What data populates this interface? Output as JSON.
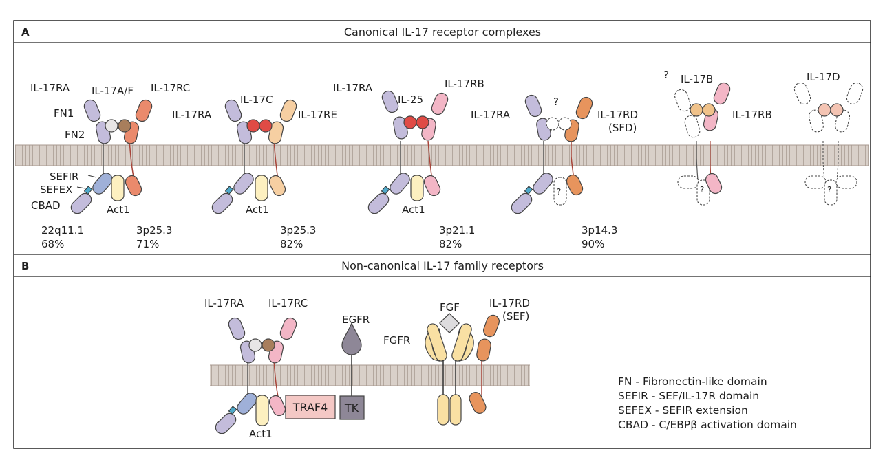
{
  "panel_a": {
    "letter": "A",
    "title": "Canonical IL-17 receptor complexes",
    "complex1": {
      "receptor_left": "IL-17RA",
      "ligand": "IL-17A/F",
      "receptor_right": "IL-17RC",
      "fn1": "FN1",
      "fn2": "FN2",
      "sefir": "SEFIR",
      "sefex": "SEFEX",
      "cbad": "CBAD",
      "adaptor": "Act1"
    },
    "complex2": {
      "receptor_left": "IL-17RA",
      "ligand": "IL-17C",
      "receptor_right": "IL-17RE",
      "adaptor": "Act1"
    },
    "complex3": {
      "receptor_left": "IL-17RA",
      "ligand": "IL-25",
      "receptor_right": "IL-17RB",
      "adaptor": "Act1"
    },
    "complex4": {
      "receptor_left": "IL-17RA",
      "ligand_unknown": "?",
      "receptor_right": "IL-17RD",
      "receptor_right_alias": "(SFD)",
      "adaptor_unknown": "?"
    },
    "complex5": {
      "ligand": "IL-17B",
      "receptor": "IL-17RB",
      "unknown_left": "?",
      "unknown_adaptor": "?"
    },
    "complex6": {
      "ligand": "IL-17D",
      "unknown_adaptor": "?"
    },
    "loci": [
      {
        "locus": "22q11.1",
        "identity": "68%"
      },
      {
        "locus": "3p25.3",
        "identity": "71%"
      },
      {
        "locus": "3p25.3",
        "identity": "82%"
      },
      {
        "locus": "3p21.1",
        "identity": "82%"
      },
      {
        "locus": "3p14.3",
        "identity": "90%"
      }
    ]
  },
  "panel_b": {
    "letter": "B",
    "title": "Non-canonical IL-17 family receptors",
    "complex": {
      "receptor_left": "IL-17RA",
      "receptor_right": "IL-17RC",
      "adaptor": "Act1"
    },
    "traf": "TRAF4",
    "tk": "TK",
    "egfr": "EGFR",
    "fgf": "FGF",
    "fgfr": "FGFR",
    "il17rd": "IL-17RD",
    "il17rd_alias": "(SEF)",
    "legend": [
      "FN - Fibronectin-like domain",
      "SEFIR - SEF/IL-17R domain",
      "SEFEX - SEFIR extension",
      "CBAD - C/EBPβ activation domain"
    ]
  },
  "colors": {
    "lavender": "#c3bcdb",
    "salmon": "#ea8a6c",
    "peach": "#f6cfa2",
    "pink": "#f3b6c6",
    "red_ligand": "#e04b45",
    "peach_ligand": "#f0c28a",
    "light_ligand": "#e8e6e6",
    "brown_ligand": "#a87e5c",
    "sefir_blue": "#9fb0d8",
    "sefex_teal": "#4fa9c9",
    "act1_yellow": "#fdf0c0",
    "egfr_gray": "#8e8797",
    "fgf_gray": "#dddcde",
    "fgfr_yellow": "#f9e0a3",
    "rd_orange": "#e7945d",
    "membrane": "#c8bdb4"
  }
}
